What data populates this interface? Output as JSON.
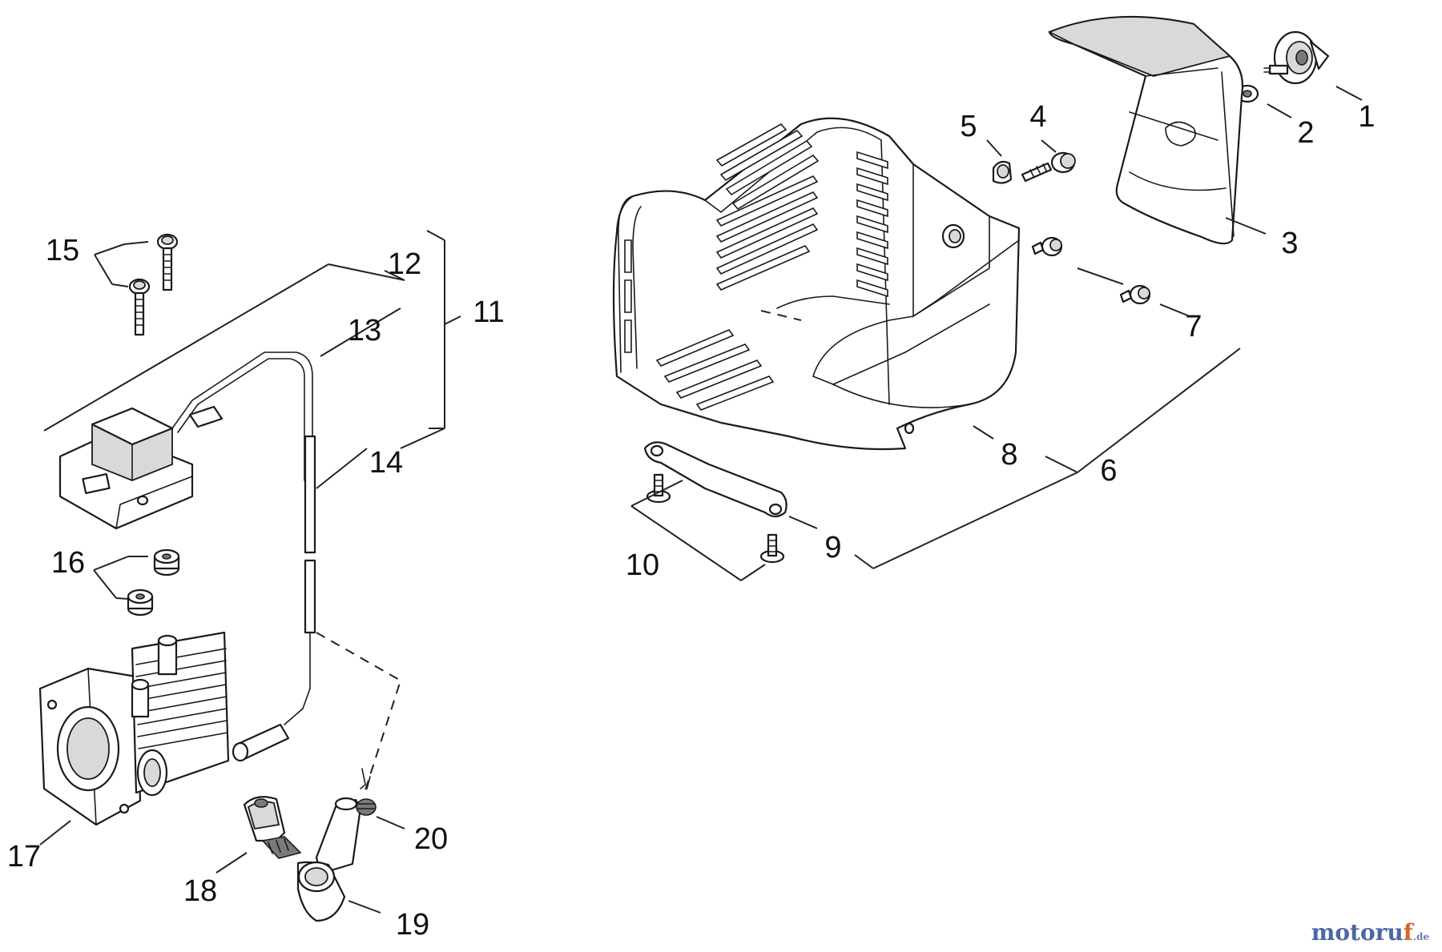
{
  "parts": [
    {
      "id": "1",
      "label": "1"
    },
    {
      "id": "2",
      "label": "2"
    },
    {
      "id": "3",
      "label": "3"
    },
    {
      "id": "4",
      "label": "4"
    },
    {
      "id": "5",
      "label": "5"
    },
    {
      "id": "6",
      "label": "6"
    },
    {
      "id": "7",
      "label": "7"
    },
    {
      "id": "8",
      "label": "8"
    },
    {
      "id": "9",
      "label": "9"
    },
    {
      "id": "10",
      "label": "10"
    },
    {
      "id": "11",
      "label": "11"
    },
    {
      "id": "12",
      "label": "12"
    },
    {
      "id": "13",
      "label": "13"
    },
    {
      "id": "14",
      "label": "14"
    },
    {
      "id": "15",
      "label": "15"
    },
    {
      "id": "16",
      "label": "16"
    },
    {
      "id": "17",
      "label": "17"
    },
    {
      "id": "18",
      "label": "18"
    },
    {
      "id": "19",
      "label": "19"
    },
    {
      "id": "20",
      "label": "20"
    }
  ],
  "watermark": {
    "main": "motoru",
    "accent": "f",
    "tld": ".de"
  }
}
